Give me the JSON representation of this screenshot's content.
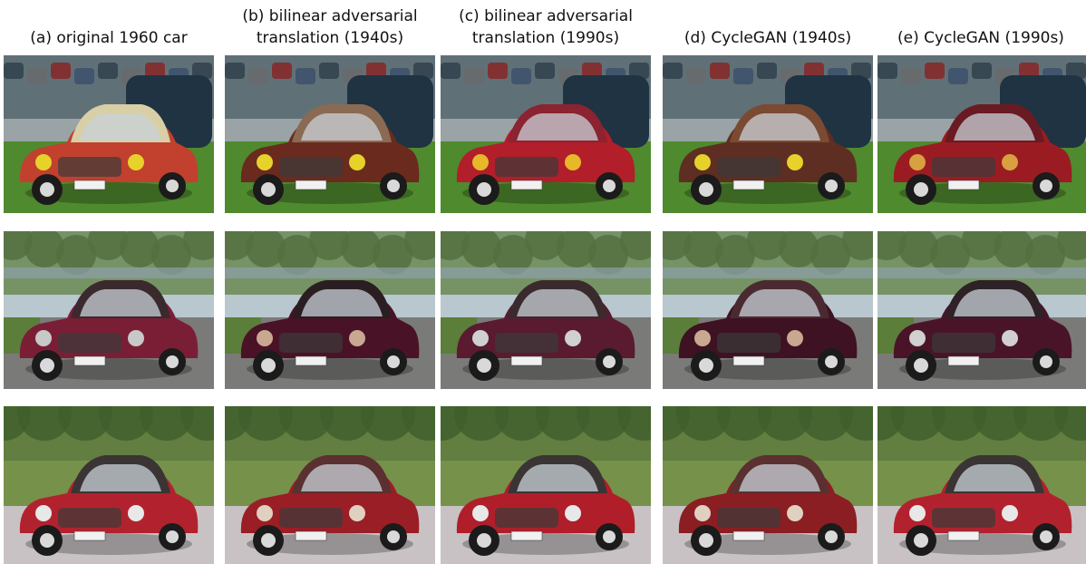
{
  "headers": [
    "(a) original 1960 car",
    "(b) bilinear adversarial\ntranslation (1940s)",
    "(c) bilinear adversarial\ntranslation (1990s)",
    "(d) CycleGAN (1940s)",
    "(e) CycleGAN (1990s)"
  ],
  "rows": [
    {
      "scene": "car-show-lot",
      "bg_top": "#5a6a72",
      "ground": "#4f8a2e",
      "sky": "#9aa3a6",
      "cars": [
        {
          "body": "#c2402e",
          "roof": "#d8cfa6",
          "plate": "",
          "accent": "#e6d22a"
        },
        {
          "body": "#6b2a1e",
          "roof": "#8a6a52",
          "plate": "",
          "accent": "#e6d22a"
        },
        {
          "body": "#b21e2a",
          "roof": "#8c2330",
          "plate": "",
          "accent": "#e6b82a"
        },
        {
          "body": "#5e2e22",
          "roof": "#7b4a32",
          "plate": "",
          "accent": "#e6d22a"
        },
        {
          "body": "#9a1c22",
          "roof": "#6a1a22",
          "plate": "",
          "accent": "#d9a040"
        }
      ]
    },
    {
      "scene": "park-road",
      "bg_top": "#6f8d5a",
      "ground": "#7a7a78",
      "sky": "#b9c7cf",
      "cars": [
        {
          "body": "#7a1e36",
          "roof": "#3a2a2e",
          "plate": "",
          "accent": "#c8c8c8"
        },
        {
          "body": "#4a1226",
          "roof": "#2a1e22",
          "plate": "",
          "accent": "#c8a890"
        },
        {
          "body": "#5a1a30",
          "roof": "#3a2a2e",
          "plate": "",
          "accent": "#d0d0d0"
        },
        {
          "body": "#3e1222",
          "roof": "#4a2a30",
          "plate": "",
          "accent": "#c8a890"
        },
        {
          "body": "#4a1428",
          "roof": "#2e2226",
          "plate": "",
          "accent": "#d0d0d0"
        }
      ]
    },
    {
      "scene": "grass-road",
      "bg_top": "#5d7a3c",
      "ground": "#c9c2c4",
      "sky": "#8fa56b",
      "cars": [
        {
          "body": "#b2222e",
          "roof": "#3a3434",
          "plate": "",
          "accent": "#e8e8e8"
        },
        {
          "body": "#9a1e26",
          "roof": "#5a3030",
          "plate": "",
          "accent": "#e0d0c0"
        },
        {
          "body": "#b01e2a",
          "roof": "#3a3434",
          "plate": "",
          "accent": "#e8e8e8"
        },
        {
          "body": "#8a1e22",
          "roof": "#5a3030",
          "plate": "",
          "accent": "#e0d0c0"
        },
        {
          "body": "#b2222e",
          "roof": "#3a3434",
          "plate": "",
          "accent": "#e8e8e8"
        }
      ]
    }
  ]
}
